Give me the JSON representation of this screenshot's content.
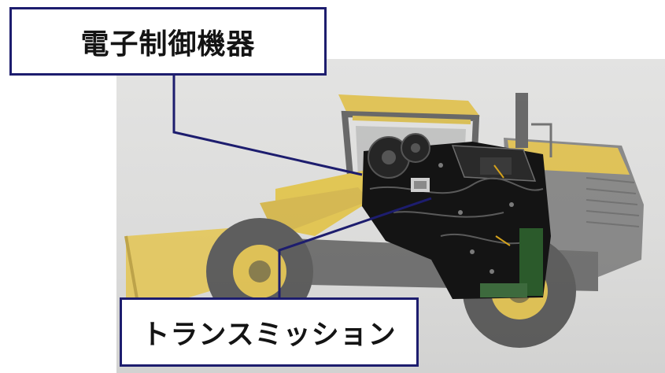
{
  "callouts": {
    "top_label": "電子制御機器",
    "bottom_label": "トランスミッション"
  },
  "colors": {
    "callout_border": "#1d1d6e",
    "leader_line": "#1d1d6e",
    "machine_yellow": "#e8c227",
    "machine_dark": "#3a3a3a",
    "background_panel": "#dedede"
  },
  "icons": {
    "machine": "wheel-loader-illustration",
    "component": "engine-transmission-unit"
  }
}
